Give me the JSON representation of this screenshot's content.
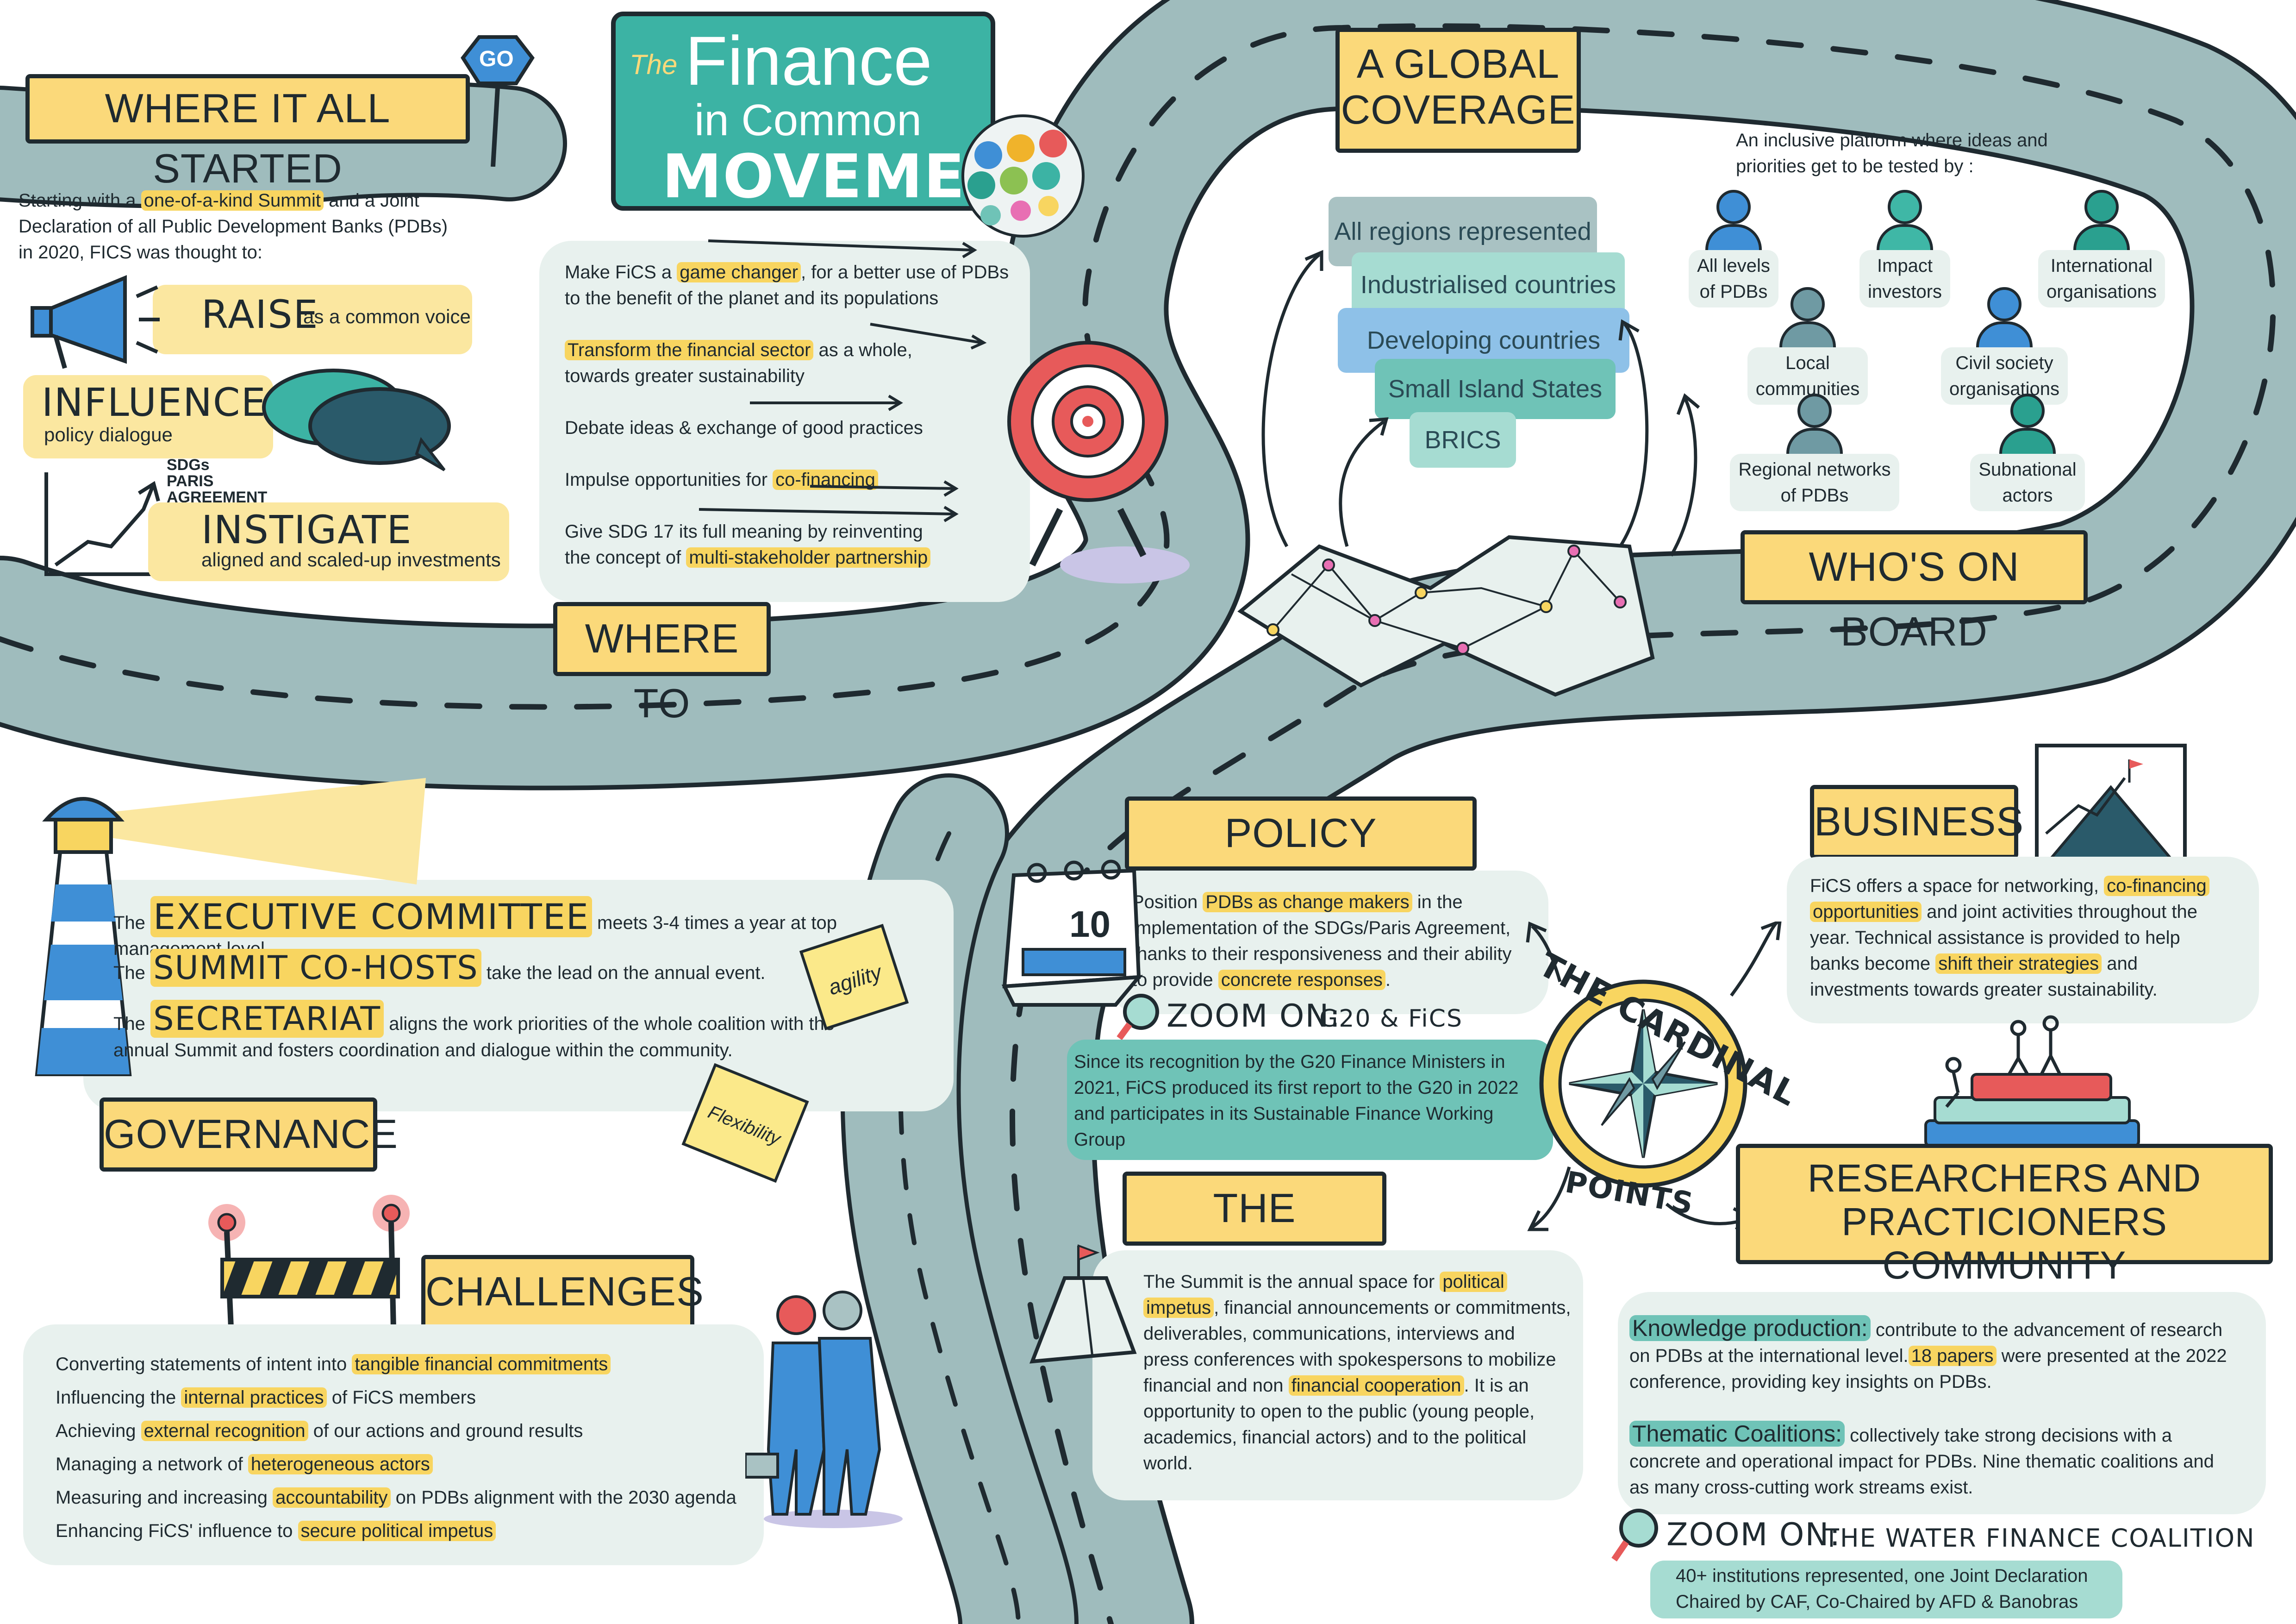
{
  "title": {
    "the": "The",
    "finance": "Finance",
    "in_common": "in Common",
    "movement": "MOVEMENT"
  },
  "go_sign": "GO",
  "where_started": {
    "heading": "WHERE IT ALL STARTED",
    "intro_a": "Starting with a ",
    "intro_hl": "one-of-a-kind Summit",
    "intro_b": " and a Joint",
    "intro_c": "Declaration of all Public Development Banks (PDBs)",
    "intro_d": "in 2020, FICS was thought to:",
    "raise": "RAISE",
    "raise_sub": "as a common voice",
    "influence": "INFLUENCE",
    "influence_sub": "policy dialogue",
    "sdgs": "SDGs",
    "paris": "PARIS",
    "agreement": "AGREEMENT",
    "instigate": "INSTIGATE",
    "instigate_sub": "aligned and scaled-up investments"
  },
  "where_to": {
    "heading": "WHERE TO",
    "l1a": "Make FiCS a ",
    "l1hl": "game changer",
    "l1b": ", for a better use of PDBs",
    "l1c": "to the benefit of the planet and its populations",
    "l2hl": "Transform the financial sector",
    "l2b": " as a whole,",
    "l2c": "towards greater sustainability",
    "l3": "Debate ideas & exchange of good practices",
    "l4a": "Impulse opportunities for ",
    "l4hl": "co-financing",
    "l5a": "Give SDG 17 its full meaning by reinventing",
    "l5b": "the concept of ",
    "l5hl": "multi-stakeholder partnership"
  },
  "global": {
    "heading_1": "A GLOBAL",
    "heading_2": "COVERAGE",
    "regions": [
      {
        "label": "All regions represented",
        "color": "#a9c2c3"
      },
      {
        "label": "Industrialised countries",
        "color": "#a6dcd2"
      },
      {
        "label": "Developing countries",
        "color": "#8ec1e8"
      },
      {
        "label": "Small Island States",
        "color": "#6fc3b7"
      },
      {
        "label": "BRICS",
        "color": "#a6dcd2"
      }
    ]
  },
  "board": {
    "heading": "WHO'S ON BOARD",
    "intro_1": "An inclusive platform where ideas and",
    "intro_2": "priorities get to be tested by :",
    "members": [
      {
        "l1": "All levels",
        "l2": "of PDBs",
        "color": "#3f8fd6"
      },
      {
        "l1": "Impact",
        "l2": "investors",
        "color": "#3fb7a6"
      },
      {
        "l1": "International",
        "l2": "organisations",
        "color": "#2aa08f"
      },
      {
        "l1": "Local",
        "l2": "communities",
        "color": "#6f9aa3"
      },
      {
        "l1": "Civil society",
        "l2": "organisations",
        "color": "#3f8fd6"
      },
      {
        "l1": "Regional networks",
        "l2": "of PDBs",
        "color": "#6f9aa3"
      },
      {
        "l1": "Subnational",
        "l2": "actors",
        "color": "#2aa08f"
      }
    ]
  },
  "governance": {
    "heading": "GOVERNANCE",
    "the": "The",
    "exec": "EXECUTIVE COMMITTEE",
    "exec_txt": "meets 3-4 times a year at top management level.",
    "cohosts": "SUMMIT CO-HOSTS",
    "cohosts_txt": "take the lead on the annual event.",
    "secretariat": "SECRETARIAT",
    "sec_txt_1": "aligns the work priorities of the whole coalition with the",
    "sec_txt_2": "annual Summit and fosters coordination and dialogue within the community.",
    "agility": "agility",
    "flexibility": "Flexibility"
  },
  "challenges": {
    "heading": "CHALLENGES",
    "items": [
      {
        "a": "Converting statements of intent into ",
        "hl": "tangible financial commitments",
        "b": ""
      },
      {
        "a": "Influencing the ",
        "hl": "internal practices",
        "b": " of FiCS members"
      },
      {
        "a": "Achieving ",
        "hl": "external recognition",
        "b": " of our actions and ground results"
      },
      {
        "a": "Managing a network of ",
        "hl": "heterogeneous actors",
        "b": ""
      },
      {
        "a": "Measuring and increasing ",
        "hl": "accountability",
        "b": " on PDBs alignment with the 2030 agenda"
      },
      {
        "a": "Enhancing FiCS' influence to ",
        "hl": "secure political impetus",
        "b": ""
      }
    ]
  },
  "policy": {
    "heading": "POLICY DIALOGUE",
    "calendar_day": "10",
    "l1a": "Position ",
    "l1hl": "PDBs as change makers",
    "l1b": " in the",
    "l2": "implementation of the SDGs/Paris Agreement,",
    "l3": "thanks to their responsiveness and their ability",
    "l4a": "to provide ",
    "l4hl": "concrete responses",
    "l4b": ".",
    "zoom": "ZOOM ON:",
    "zoom_topic": "G20 & FiCS",
    "zoom_l1": "Since its recognition by the G20 Finance Ministers in",
    "zoom_l2": "2021, FiCS produced its first report to the G20 in 2022",
    "zoom_l3": "and participates in its Sustainable Finance Working",
    "zoom_l4": "Group"
  },
  "summit": {
    "heading": "THE SUMMIT",
    "l1a": "The Summit is the annual space for ",
    "l1hl": "political",
    "l2hl": "impetus",
    "l2b": ", financial announcements or commitments,",
    "l3": "deliverables, communications, interviews and",
    "l4": "press conferences with spokespersons to mobilize",
    "l5a": "financial and non ",
    "l5hl": "financial cooperation",
    "l5b": ". It is an",
    "l6": "opportunity to open to the public (young people,",
    "l7": "academics, financial actors) and to the  political",
    "l8": "world."
  },
  "cardinal": {
    "top": "THE CARDINAL",
    "bottom": "POINTS"
  },
  "business": {
    "heading": "BUSINESS",
    "l1a": "FiCS offers a space for networking, ",
    "l1hl": "co-financing",
    "l2hl": "opportunities",
    "l2b": " and joint activities throughout the",
    "l3": "year. Technical assistance is provided to help",
    "l4a": "banks become ",
    "l4hl": "shift their strategies",
    "l4b": " and",
    "l5": "investments towards greater sustainability."
  },
  "research": {
    "heading_1": "RESEARCHERS AND",
    "heading_2": "PRACTICIONERS COMMUNITY",
    "kp_label": "Knowledge production:",
    "kp_1": " contribute to the advancement of research",
    "kp_2a": "on PDBs at the international level.",
    "kp_2hl": "18 papers",
    "kp_2b": " were presented at the 2022",
    "kp_3": "conference, providing key insights on PDBs.",
    "tc_label": "Thematic Coalitions:",
    "tc_1": " collectively take strong decisions with a",
    "tc_2": "concrete and operational impact for PDBs. Nine thematic coalitions and",
    "tc_3": "as many cross-cutting work streams exist.",
    "zoom": "ZOOM ON:",
    "zoom_topic": "THE WATER FINANCE COALITION",
    "zoom_l1": "40+ institutions represented, one Joint Declaration",
    "zoom_l2": "Chaired by CAF, Co-Chaired by AFD & Banobras"
  },
  "colors": {
    "road": "#9fbcbd",
    "sign": "#fbd97a",
    "teal": "#3cb3a4",
    "highlight": "#f8d560",
    "panel": "#e8f1ee"
  }
}
